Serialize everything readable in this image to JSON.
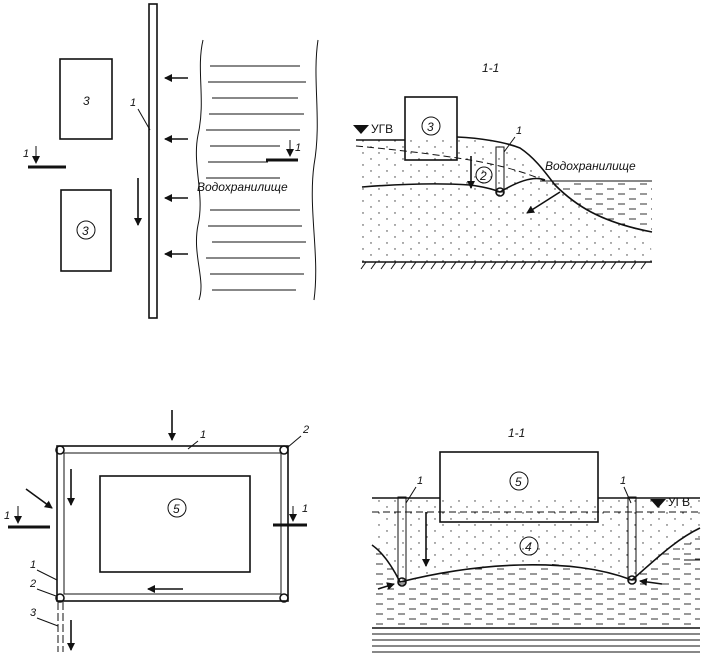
{
  "labels": {
    "n1": "1",
    "n2": "2",
    "n3": "3",
    "n4": "4",
    "n5": "5",
    "section": "1-1",
    "reservoir": "Водохранилище",
    "ugv": "УГВ"
  }
}
